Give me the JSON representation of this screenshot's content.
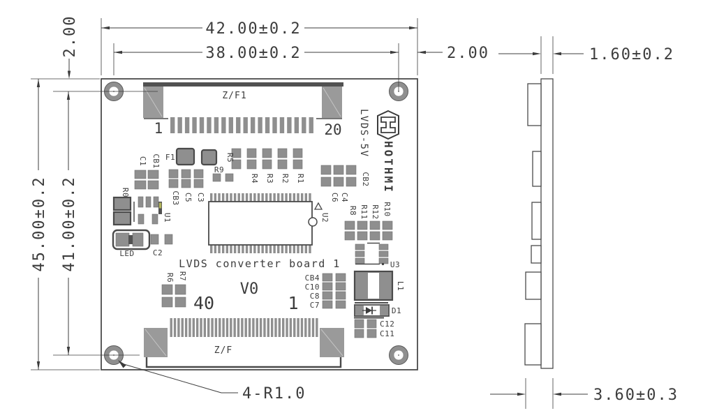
{
  "colors": {
    "ink": "#3c3c3c",
    "edge": "#4a4a4a",
    "pad": "#8f8f8f",
    "blk": "#9a9a9a",
    "bar": "#515151",
    "accent": "#b2b45a"
  },
  "dimensions": {
    "width_outer": "42.00±0.2",
    "width_holes": "38.00±0.2",
    "hole_offset_right": "2.00",
    "hole_offset_top": "2.00",
    "height_outer": "45.00±0.2",
    "height_holes": "41.00±0.2",
    "board_thickness": "1.60±0.2",
    "total_thickness": "3.60±0.3",
    "corner_note": "4-R1.0"
  },
  "front": {
    "title": "LVDS converter board 1",
    "version": "V0",
    "brand": {
      "name": "HOTHMI",
      "model": "LVDS-5V"
    },
    "top_connector": {
      "label": "Z/F1",
      "first_pin": "1",
      "last_pin": "20"
    },
    "bottom_connector": {
      "label": "Z/F",
      "first_pin": "40",
      "last_pin": "1"
    },
    "components": {
      "c1": "C1",
      "cb1": "CB1",
      "f1": "F1",
      "r5": "R5",
      "r9": "R9",
      "r4": "R4",
      "r3": "R3",
      "r2": "R2",
      "r1": "R1",
      "cb3": "CB3",
      "c5": "C5",
      "c3": "C3",
      "r0": "R0",
      "u1": "U1",
      "led": "LED",
      "c2": "C2",
      "u2": "U2",
      "cb2": "CB2",
      "c6": "C6",
      "c4": "C4",
      "r8": "R8",
      "r11": "R11",
      "r12": "R12",
      "r10": "R10",
      "u3": "U3",
      "l1": "L1",
      "d1": "D1",
      "c12": "C12",
      "c11": "C11",
      "cb4": "CB4",
      "c10": "C10",
      "c8": "C8",
      "c7": "C7",
      "r6": "R6",
      "r7": "R7"
    }
  }
}
